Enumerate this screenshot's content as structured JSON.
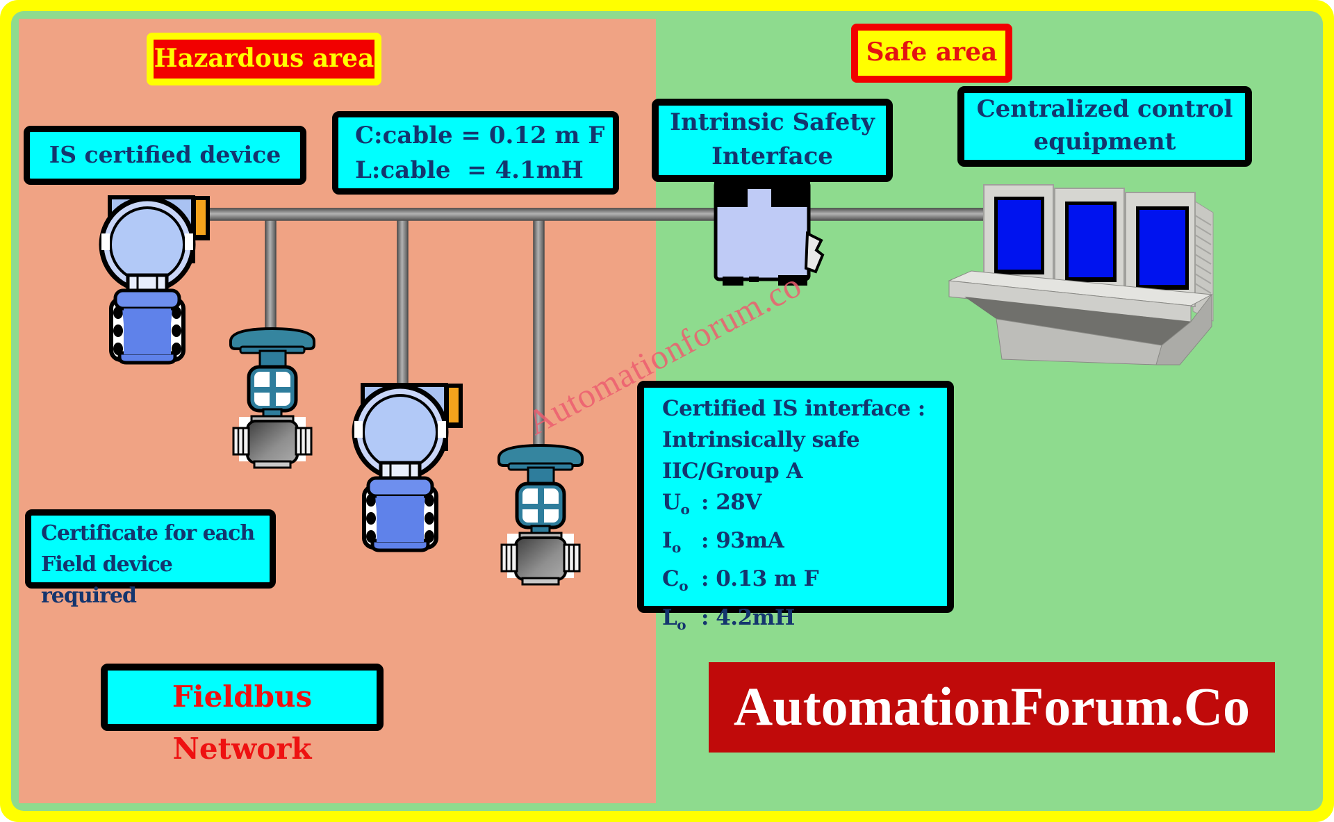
{
  "areas": {
    "hazardous": {
      "label": "Hazardous area"
    },
    "safe": {
      "label": "Safe area"
    }
  },
  "boxes": {
    "is_certified": {
      "text": "IS certified device"
    },
    "cable": {
      "line1": "C:cable = 0.12 m F",
      "line2": "L:cable  = 4.1mH"
    },
    "isi": {
      "line1": "Intrinsic Safety",
      "line2": "Interface"
    },
    "cce": {
      "line1": "Centralized control",
      "line2": "equipment"
    },
    "certificate": {
      "line1": "Certificate for each",
      "line2": "Field device required"
    },
    "fieldbus": {
      "text": "Fieldbus Network"
    }
  },
  "spec": {
    "title": "Certified IS interface :",
    "line2": "Intrinsically safe",
    "line3": "IIC/Group A",
    "params": [
      {
        "symbol": "U",
        "sub": "o",
        "value": ": 28V"
      },
      {
        "symbol": "I",
        "sub": "o",
        "value": ": 93mA"
      },
      {
        "symbol": "C",
        "sub": "o",
        "value": ": 0.13 m F"
      },
      {
        "symbol": "L",
        "sub": "o",
        "value": ": 4.2mH"
      }
    ]
  },
  "brand": {
    "logo": "AutomationForum.Co",
    "watermark": "Automationforum.co"
  },
  "colors": {
    "frame_yellow": "#FFFF00",
    "safe_area_bg": "#8EDB8E",
    "hazardous_area_bg": "#F0A384",
    "panel_bg": "#00FFFF",
    "panel_text": "#14356E",
    "alert_red": "#F20000",
    "logo_bg": "#C00A0A",
    "fieldbus_text": "#EE1111",
    "watermark_pink": "#EC5D6E",
    "pipe_gray": "#969696",
    "valve_teal": "#2E7D9C",
    "transmitter_blue": "#5F82EA",
    "transmitter_head": "#B2C9F7",
    "interface_body": "#BFCBF6",
    "screen_blue": "#0013EF",
    "console_gray": "#D6D6D1"
  }
}
